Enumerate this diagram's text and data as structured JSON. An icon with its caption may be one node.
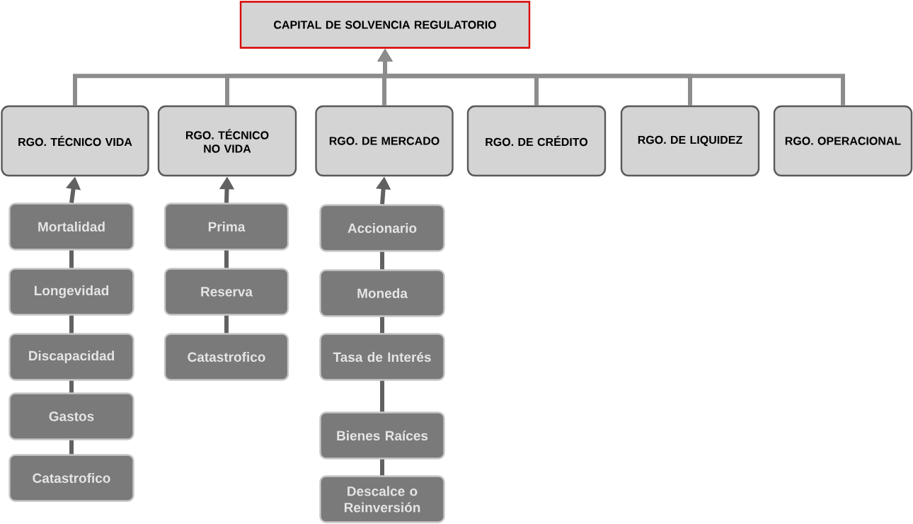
{
  "diagram": {
    "nodes": [
      {
        "text": [
          "CAPITAL DE SOLVENCIA REGULATORIO"
        ]
      },
      {
        "text": [
          "RGO. TÉCNICO VIDA"
        ]
      },
      {
        "text": [
          "RGO. TÉCNICO NO VIDA"
        ]
      },
      {
        "text": [
          "RGO. DE MERCADO"
        ]
      },
      {
        "text": [
          "RGO. DE CRÉDITO"
        ]
      },
      {
        "text": [
          "RGO. DE LIQUIDEZ"
        ]
      },
      {
        "text": [
          "RGO. OPERACIONAL"
        ]
      },
      {
        "text": [
          "Mortalidad"
        ]
      },
      {
        "text": [
          "Longevidad"
        ]
      },
      {
        "text": [
          "Discapacidad"
        ]
      },
      {
        "text": [
          "Gastos"
        ]
      },
      {
        "text": [
          "Catastrofico"
        ]
      },
      {
        "text": [
          "Prima"
        ]
      },
      {
        "text": [
          "Reserva"
        ]
      },
      {
        "text": [
          "Catastrofico"
        ]
      },
      {
        "text": [
          "Accionario"
        ]
      },
      {
        "text": [
          "Moneda"
        ]
      },
      {
        "text": [
          "Tasa de Interés"
        ]
      },
      {
        "text": [
          "Bienes Raíces"
        ]
      },
      {
        "text": [
          "Descalce o Reinversión"
        ]
      }
    ],
    "edges": [
      {
        "from": 1,
        "to": 0,
        "arrow": "to",
        "color": "#8c8c8c"
      },
      {
        "from": 2,
        "to": 0,
        "arrow": "to",
        "color": "#8c8c8c"
      },
      {
        "from": 3,
        "to": 0,
        "arrow": "to",
        "color": "#8c8c8c"
      },
      {
        "from": 4,
        "to": 0,
        "arrow": "to",
        "color": "#8c8c8c"
      },
      {
        "from": 5,
        "to": 0,
        "arrow": "to",
        "color": "#8c8c8c"
      },
      {
        "from": 6,
        "to": 0,
        "arrow": "to",
        "color": "#8c8c8c"
      },
      {
        "from": 7,
        "to": 1,
        "arrow": "to"
      },
      {
        "from": 7,
        "to": 8,
        "arrow": "none"
      },
      {
        "from": 8,
        "to": 9,
        "arrow": "none"
      },
      {
        "from": 9,
        "to": 10,
        "arrow": "none"
      },
      {
        "from": 10,
        "to": 11,
        "arrow": "none"
      },
      {
        "from": 12,
        "to": 2,
        "arrow": "to"
      },
      {
        "from": 12,
        "to": 13,
        "arrow": "none"
      },
      {
        "from": 13,
        "to": 14,
        "arrow": "none"
      },
      {
        "from": 15,
        "to": 3,
        "arrow": "to"
      },
      {
        "from": 15,
        "to": 16,
        "arrow": "none"
      },
      {
        "from": 16,
        "to": 17,
        "arrow": "none"
      },
      {
        "from": 17,
        "to": 18,
        "arrow": "none"
      },
      {
        "from": 18,
        "to": 19,
        "arrow": "none"
      }
    ]
  }
}
